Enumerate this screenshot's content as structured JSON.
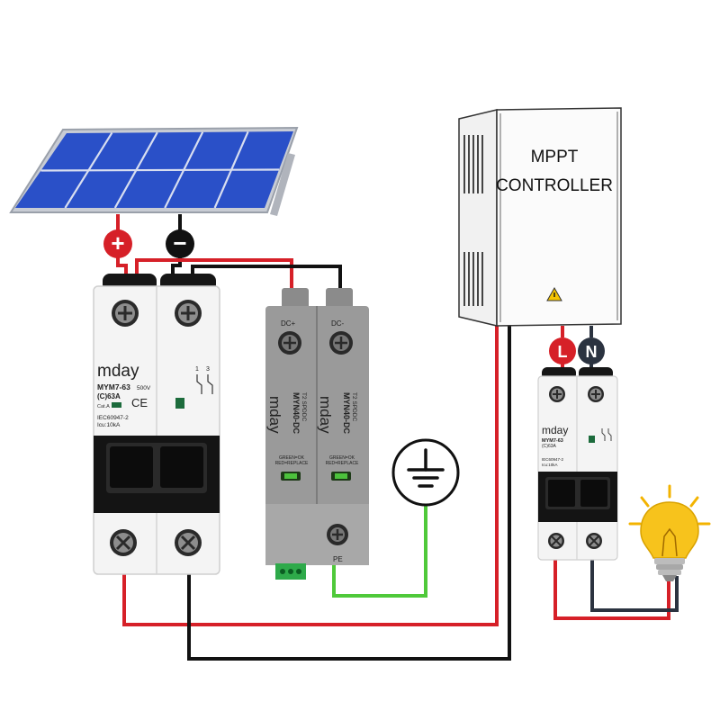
{
  "colors": {
    "positive": "#d62028",
    "negative": "#111111",
    "earth": "#4fc93a",
    "neutral": "#2b3340",
    "panel": "#2a50c8",
    "breaker_white": "#f4f4f4",
    "breaker_black": "#141414",
    "spd_gray": "#9a9a9a",
    "bulb": "#f7c31c"
  },
  "solar_panel": {
    "positive_symbol": "+",
    "negative_symbol": "−"
  },
  "dc_breaker": {
    "brand": "mday",
    "model": "MYM7-63",
    "rating": "(C)63A",
    "voltage": "500V",
    "standard": "IEC60947-2",
    "icu": "Icu:10kA",
    "category": "Cat.A",
    "ce": "CE",
    "pole_marks": [
      "1",
      "3"
    ]
  },
  "spd": {
    "brand": "mday",
    "model": "MYN40-DC",
    "type": "T2 SPDDC",
    "indicator": "GREEN=OK RED=REPLACE",
    "terminal_pos": "DC+",
    "terminal_neg": "DC-",
    "terminal_pe": "PE"
  },
  "controller": {
    "line1": "MPPT",
    "line2": "CONTROLLER"
  },
  "output_terminals": {
    "live": "L",
    "neutral": "N"
  },
  "ac_breaker": {
    "brand": "mday",
    "model": "MYM7-63",
    "rating": "(C)63A",
    "standard": "IEC60947-2",
    "icu": "Icu:10kA"
  }
}
